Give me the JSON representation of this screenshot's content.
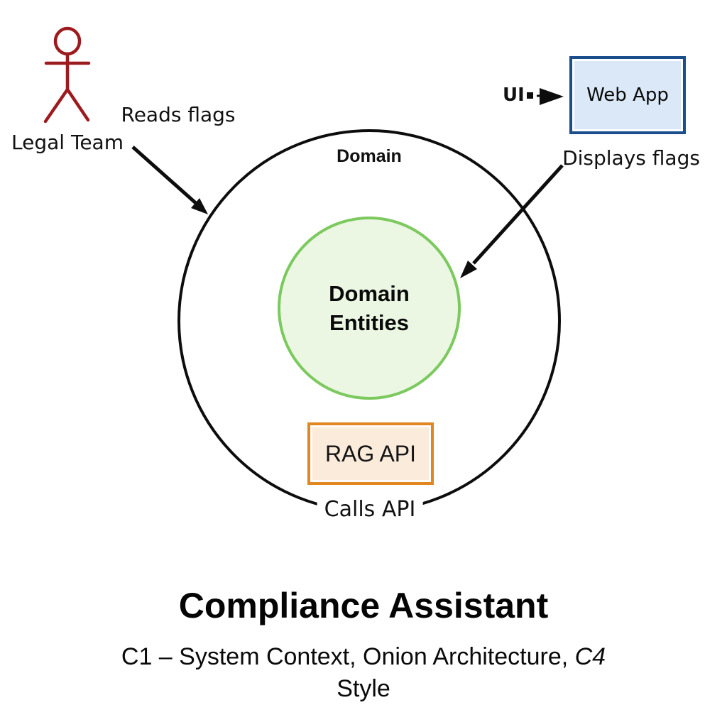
{
  "colors": {
    "actor": "#9c1b1e",
    "green_border": "#7cc95e",
    "green_fill": "#ebf7e3",
    "orange_border": "#e2861f",
    "orange_fill": "#faebdb",
    "web_border": "#1a4e8c",
    "web_fill": "#dbe8f7"
  },
  "actor": {
    "label": "Legal Team"
  },
  "edges": {
    "reads_flags": "Reads flags",
    "displays_flags": "Displays flags",
    "calls_api": "Calls API",
    "ui": "UI"
  },
  "outer_circle": {
    "label": "Domain"
  },
  "inner_circle": {
    "label_line1": "Domain",
    "label_line2": "Entities"
  },
  "boxes": {
    "web_app": "Web App",
    "rag_api": "RAG API"
  },
  "footer": {
    "title": "Compliance Assistant",
    "subtitle_prefix": "C1 – System Context, Onion Architecture, ",
    "subtitle_italic": "C4",
    "subtitle_line2": "Style"
  }
}
